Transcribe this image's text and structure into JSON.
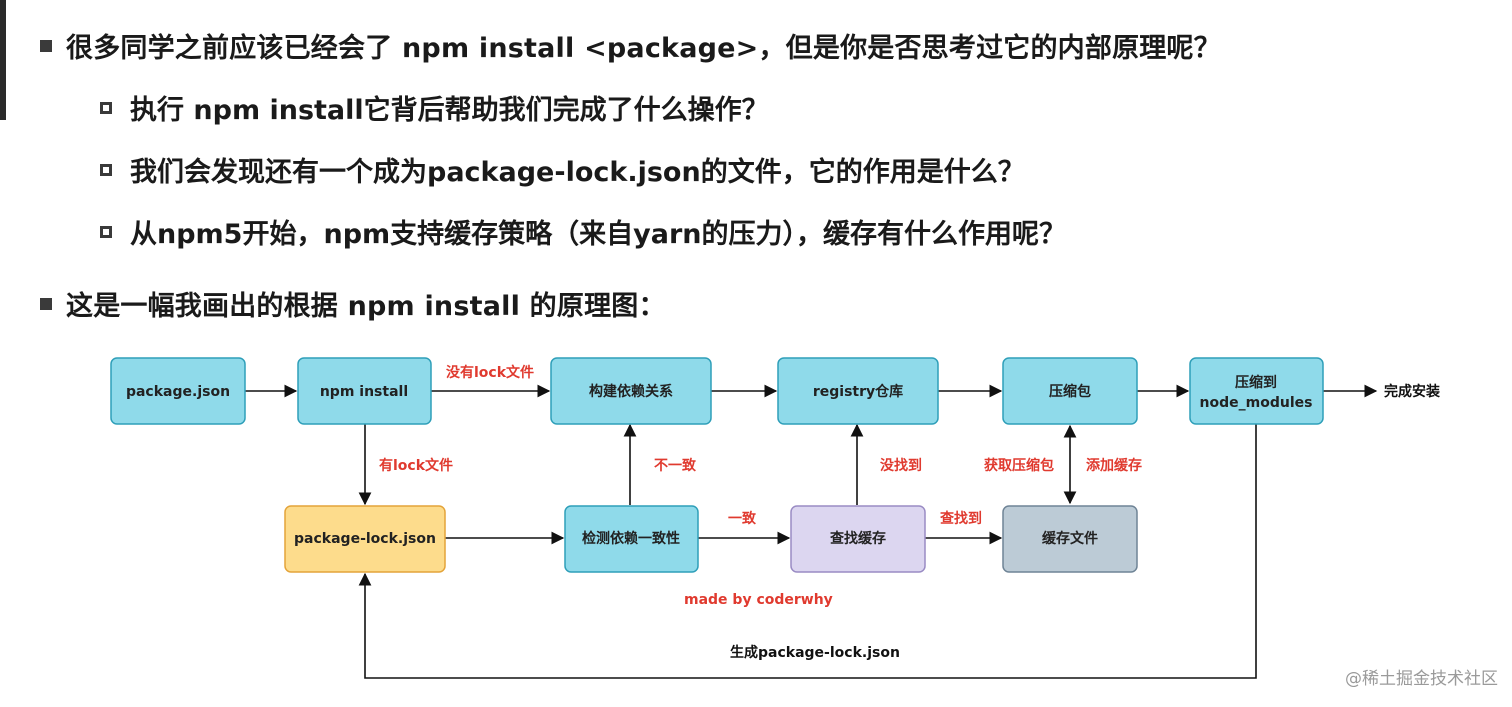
{
  "bullets": {
    "intro": "很多同学之前应该已经会了 npm install <package>，但是你是否思考过它的内部原理呢？",
    "sub": [
      "执行 npm install它背后帮助我们完成了什么操作？",
      "我们会发现还有一个成为package-lock.json的文件，它的作用是什么？",
      "从npm5开始，npm支持缓存策略（来自yarn的压力），缓存有什么作用呢？"
    ],
    "diagram_intro": "这是一幅我画出的根据 npm install 的原理图："
  },
  "diagram": {
    "nodes": {
      "package_json": "package.json",
      "npm_install": "npm install",
      "build_deps": "构建依赖关系",
      "registry": "registry仓库",
      "compress": "压缩包",
      "to_modules_1": "压缩到",
      "to_modules_2": "node_modules",
      "lock_json": "package-lock.json",
      "check_consistency": "检测依赖一致性",
      "find_cache": "查找缓存",
      "cache_file": "缓存文件"
    },
    "labels": {
      "no_lock": "没有lock文件",
      "has_lock": "有lock文件",
      "inconsistent": "不一致",
      "consistent": "一致",
      "not_found": "没找到",
      "found": "查找到",
      "get_pkg": "获取压缩包",
      "add_cache": "添加缓存",
      "done": "完成安装",
      "made_by": "made by coderwhy",
      "generate_lock": "生成package-lock.json"
    },
    "colors": {
      "blue_fill": "#8fdaea",
      "blue_stroke": "#2f9fb9",
      "yellow_fill": "#fddc8c",
      "yellow_stroke": "#e4a43a",
      "purple_fill": "#dcd6f0",
      "purple_stroke": "#9a8cc4",
      "gray_fill": "#bccbd6",
      "gray_stroke": "#6f8496",
      "red_text": "#e03a2f"
    }
  },
  "watermark": "@稀土掘金技术社区"
}
